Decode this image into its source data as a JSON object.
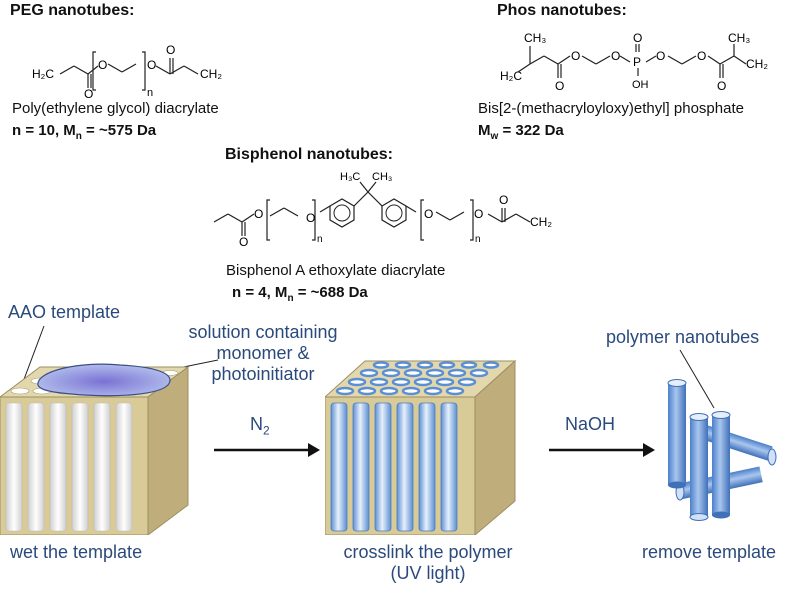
{
  "peg": {
    "title": "PEG nanotubes:",
    "name": "Poly(ethylene glycol) diacrylate",
    "props": "n = 10, M",
    "props_sub": "n",
    "props_tail": " = ~575 Da",
    "struct": {
      "h2c": "H₂C",
      "ch2": "CH₂",
      "o1": "O",
      "o2": "O",
      "o3": "O",
      "o4": "O",
      "n": "n"
    }
  },
  "phos": {
    "title": "Phos nanotubes:",
    "name": "Bis[2-(methacryloyloxy)ethyl] phosphate",
    "props": "M",
    "props_sub": "w",
    "props_tail": " = 322 Da",
    "struct": {
      "ch3a": "CH₃",
      "ch3b": "CH₃",
      "h2c": "H₂C",
      "ch2": "CH₂",
      "p": "P",
      "oh": "OH",
      "o": "O"
    }
  },
  "bisphenol": {
    "title": "Bisphenol nanotubes:",
    "name": "Bisphenol A ethoxylate diacrylate",
    "props": "n = 4, M",
    "props_sub": "n",
    "props_tail": " = ~688 Da",
    "struct": {
      "h3c": "H₃C",
      "ch3": "CH₃",
      "ch2": "CH₂",
      "o": "O",
      "n": "n"
    }
  },
  "process": {
    "aao_label": "AAO template",
    "solution_label_1": "solution containing",
    "solution_label_2": "monomer & photoinitiator",
    "polymer_label": "polymer nanotubes",
    "arrow1_label": "N",
    "arrow1_sub": "2",
    "arrow2_label": "NaOH",
    "step1": "wet the template",
    "step2_1": "crosslink the polymer",
    "step2_2": "(UV light)",
    "step3": "remove template"
  },
  "colors": {
    "template_side": "#c8b98a",
    "template_top": "#e2d7ad",
    "pore_white": "#f4f4f4",
    "tube_blue": "#6e9fdc",
    "label_blue": "#2b4a7c",
    "solution": "#8fa8de"
  }
}
